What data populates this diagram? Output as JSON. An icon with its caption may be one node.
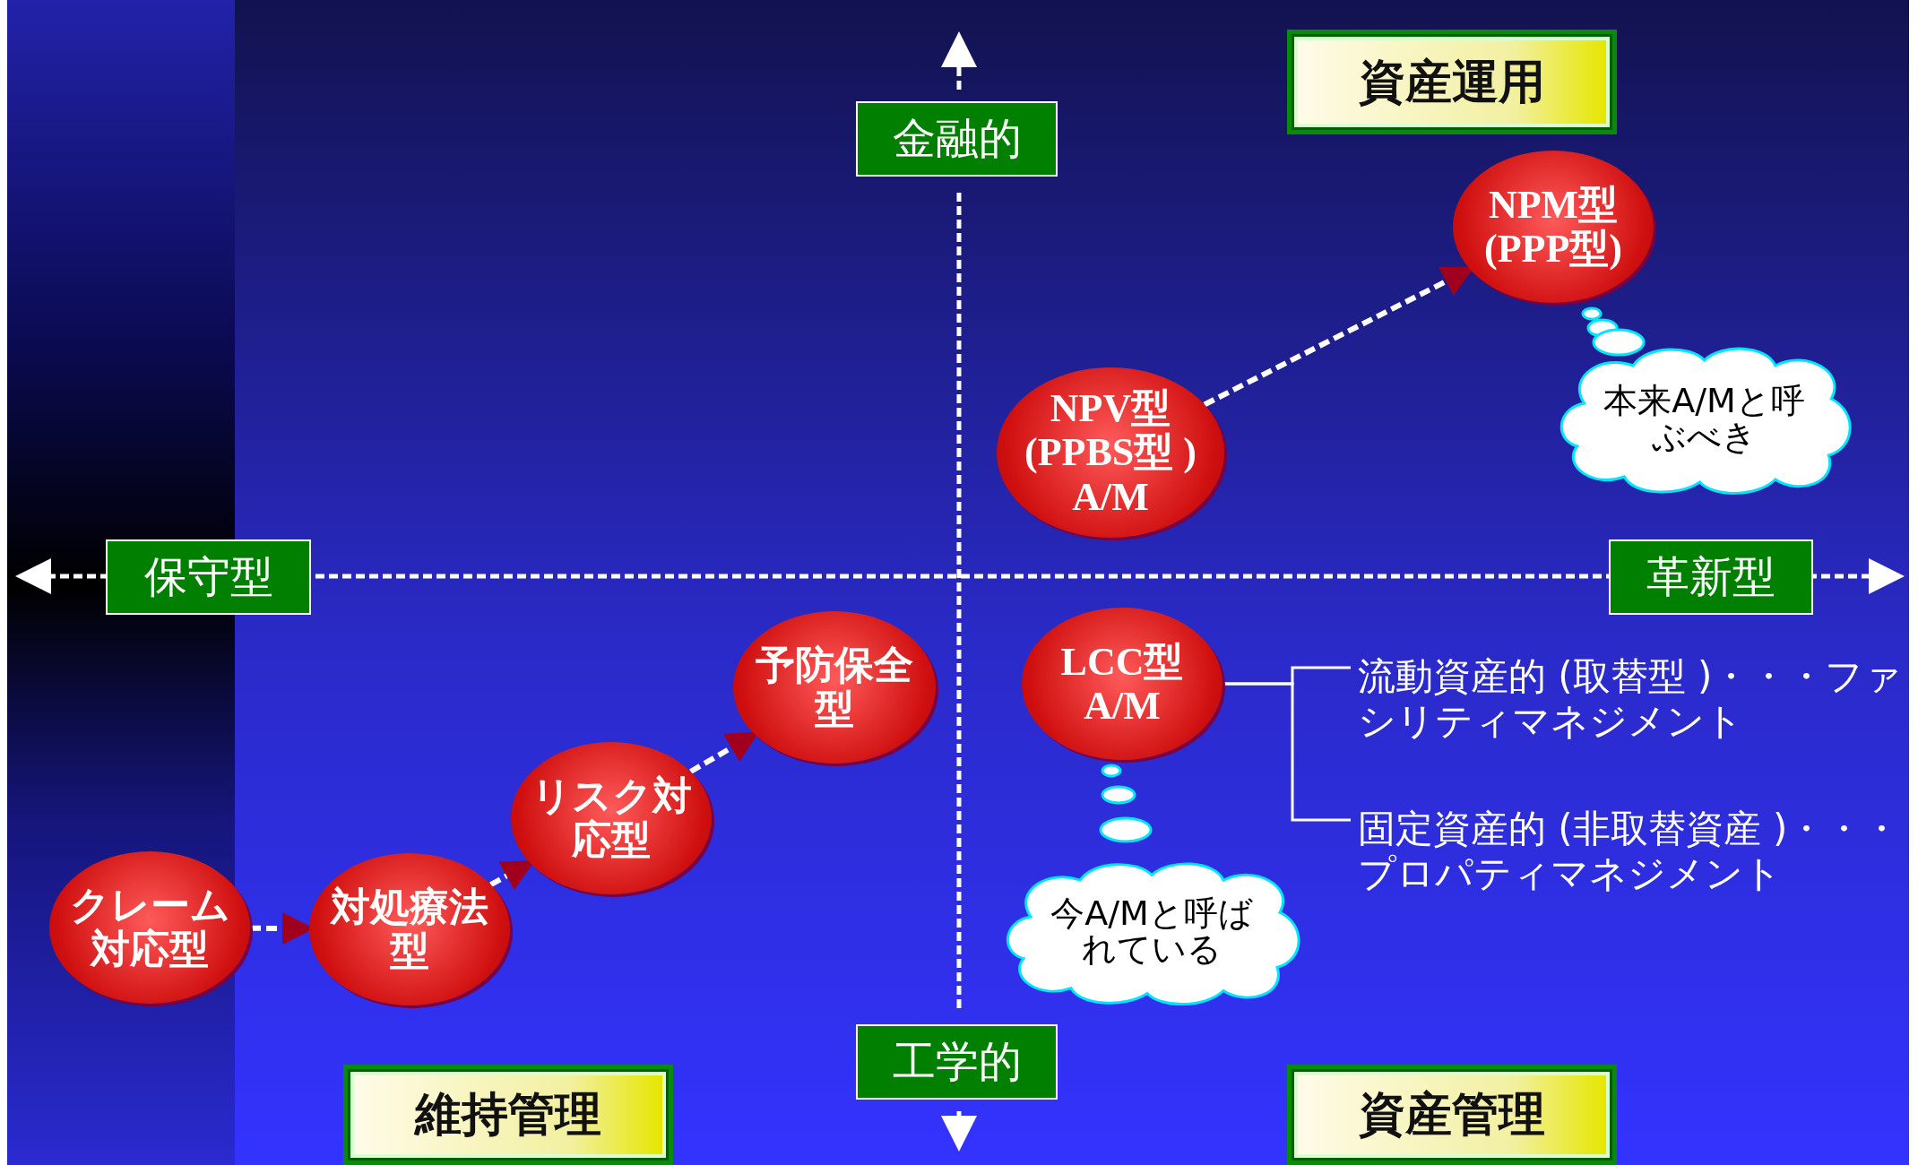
{
  "diagram": {
    "nodes": [
      {
        "text": [
          "資産運用"
        ]
      },
      {
        "text": [
          "金融的"
        ]
      },
      {
        "text": [
          "NPM型 (PPP型)"
        ]
      },
      {
        "text": [
          "本来A/Mと呼ぶべき"
        ]
      },
      {
        "text": [
          "NPV型 (PPBS型 ) A/M"
        ]
      },
      {
        "text": [
          "保守型"
        ]
      },
      {
        "text": [
          "革新型"
        ]
      },
      {
        "text": [
          "予防保全型"
        ]
      },
      {
        "text": [
          "LCC型 A/M"
        ]
      },
      {
        "text": [
          "流動資産的 (取替型 )・・・ファシリティマネジメント"
        ]
      },
      {
        "text": [
          "固定資産的 (非取替資産 )・・・プロパティマネジメント"
        ]
      },
      {
        "text": [
          "リスク対応型"
        ]
      },
      {
        "text": [
          "クレーム対応型"
        ]
      },
      {
        "text": [
          "対処療法型"
        ]
      },
      {
        "text": [
          "今A/Mと呼ばれている"
        ]
      },
      {
        "text": [
          "工学的"
        ]
      },
      {
        "text": [
          "維持管理"
        ]
      },
      {
        "text": [
          "資産管理"
        ]
      }
    ],
    "edges": [
      {
        "from": 12,
        "to": 13,
        "arrow": "to",
        "style": "dashed"
      },
      {
        "from": 13,
        "to": 11,
        "arrow": "to",
        "style": "dashed"
      },
      {
        "from": 11,
        "to": 7,
        "arrow": "to",
        "style": "dashed"
      },
      {
        "from": 4,
        "to": 2,
        "arrow": "to",
        "style": "dashed"
      },
      {
        "from": 8,
        "to": 9,
        "arrow": "none"
      },
      {
        "from": 8,
        "to": 10,
        "arrow": "none"
      }
    ]
  }
}
